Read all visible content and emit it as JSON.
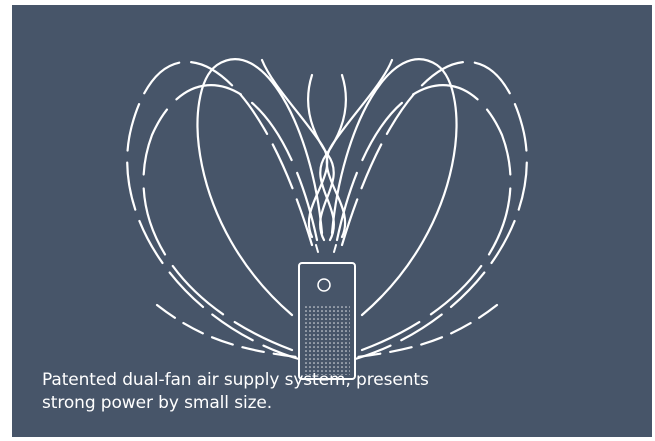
{
  "colors": {
    "background": "#475569",
    "line": "#ffffff",
    "text": "#ffffff"
  },
  "illustration": {
    "icon": "air-purifier-airflow-illustration"
  },
  "caption": {
    "line1": "Patented dual-fan air supply system, presents",
    "line2": "strong power by small size."
  }
}
